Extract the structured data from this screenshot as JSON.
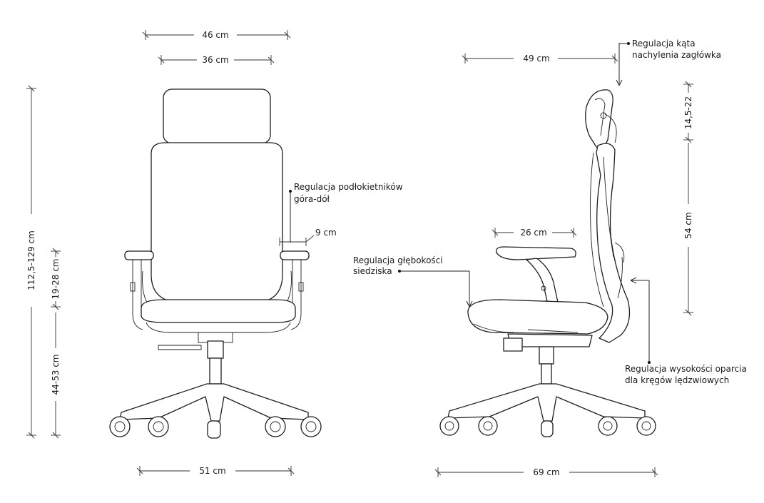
{
  "dimensions": {
    "front_top_width": "46 cm",
    "front_headrest_width": "36 cm",
    "front_total_height": "112,5-129 cm",
    "front_armrest_height": "19-28 cm",
    "front_seat_height": "44-53 cm",
    "front_armrest_width": "9 cm",
    "front_base_width": "51 cm",
    "side_top_depth": "49 cm",
    "side_headrest_range": "14,5-22",
    "side_back_height": "54 cm",
    "side_armrest_depth": "26 cm",
    "side_base_depth": "69 cm"
  },
  "annotations": {
    "armrest_adjust_line1": "Regulacja podłokietników",
    "armrest_adjust_line2": "góra-dół",
    "headrest_tilt_line1": "Regulacja kąta",
    "headrest_tilt_line2": "nachylenia zagłówka",
    "seat_depth_line1": "Regulacja głębokości",
    "seat_depth_line2": "siedziska",
    "lumbar_line1": "Regulacja wysokości oparcia",
    "lumbar_line2": "dla kręgów lędzwiowych"
  }
}
